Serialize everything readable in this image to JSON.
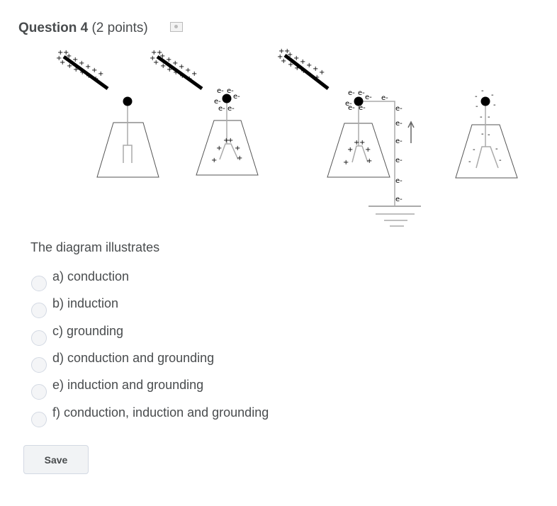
{
  "question": {
    "title": "Question 4",
    "points": "(2 points)"
  },
  "diagram": {
    "electron": "e-",
    "plus": "+",
    "minus": "-"
  },
  "prompt": "The diagram illustrates",
  "options": [
    "a) conduction",
    "b) induction",
    "c) grounding",
    "d) conduction and grounding",
    "e) induction and grounding",
    "f) conduction, induction and grounding"
  ],
  "save_label": "Save"
}
